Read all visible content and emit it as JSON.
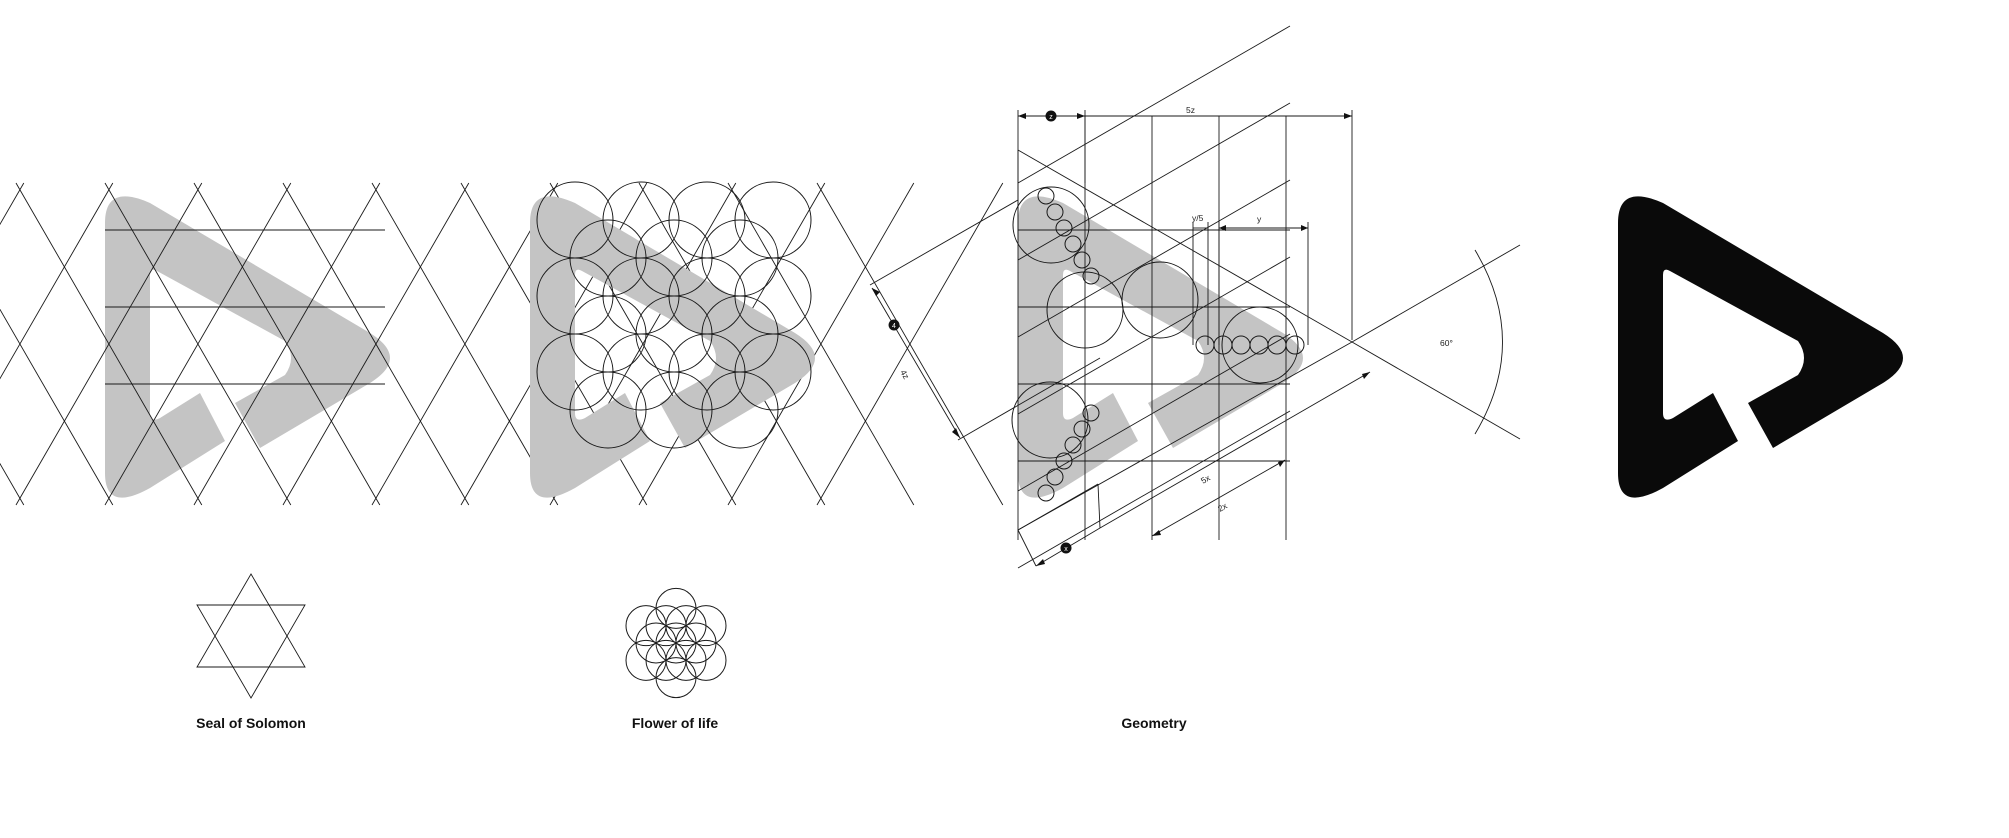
{
  "colors": {
    "background": "#ffffff",
    "construction_fill": "#c4c4c4",
    "logo": "#0a0a0a",
    "line": "#1a1a1a"
  },
  "panels": {
    "seal": {
      "caption": "Seal of Solomon"
    },
    "flower": {
      "caption": "Flower of life"
    },
    "geometry": {
      "caption": "Geometry",
      "labels": {
        "top_total": "5z",
        "marker_z": "z",
        "sub_small": "y/5",
        "sub_y": "y",
        "angle": "60°",
        "left_dim": "4z",
        "left_marker": "4",
        "bottom_5x": "5x",
        "bottom_2x": "2x",
        "bottom_marker": "x"
      }
    },
    "final": {
      "logo_icon": "play-logo-icon"
    }
  }
}
